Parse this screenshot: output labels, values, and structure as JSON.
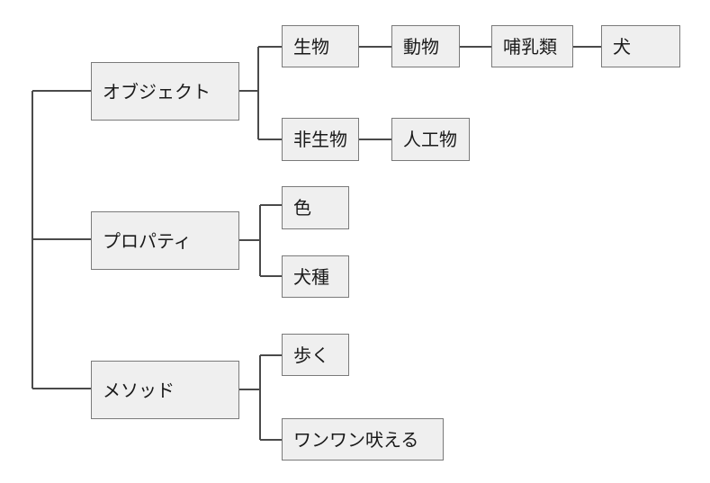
{
  "tree": {
    "root_children": [
      {
        "label": "オブジェクト",
        "children": [
          {
            "label": "生物",
            "chain": [
              "動物",
              "哺乳類",
              "犬"
            ]
          },
          {
            "label": "非生物",
            "chain": [
              "人工物"
            ]
          }
        ]
      },
      {
        "label": "プロパティ",
        "children": [
          {
            "label": "色"
          },
          {
            "label": "犬種"
          }
        ]
      },
      {
        "label": "メソッド",
        "children": [
          {
            "label": "歩く"
          },
          {
            "label": "ワンワン吠える"
          }
        ]
      }
    ]
  }
}
